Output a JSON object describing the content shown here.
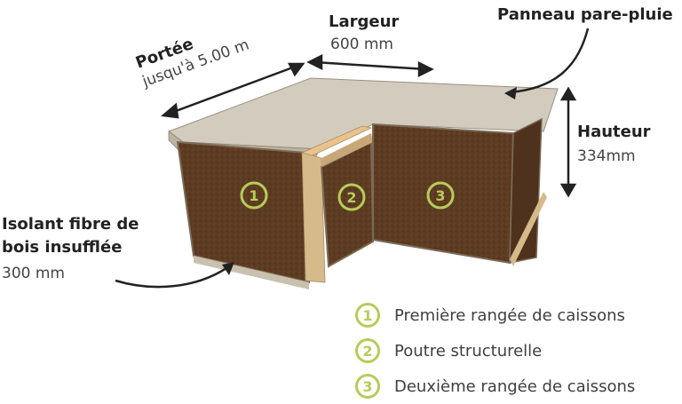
{
  "labels": {
    "portee_title": "Portée",
    "portee_value": "jusqu'à 5.00 m",
    "largeur_title": "Largeur",
    "largeur_value": "600 mm",
    "panneau_title": "Panneau pare-pluie",
    "hauteur_title": "Hauteur",
    "hauteur_value": "334mm",
    "isolant_title_line1": "Isolant fibre de",
    "isolant_title_line2": "bois insufflée",
    "isolant_value": "300 mm"
  },
  "markers": [
    "1",
    "2",
    "3"
  ],
  "legend": [
    {
      "num": "1",
      "text": "Première rangée de caissons"
    },
    {
      "num": "2",
      "text": "Poutre structurelle"
    },
    {
      "num": "3",
      "text": "Deuxième rangée de caissons"
    }
  ],
  "colors": {
    "accent": "#b7cc5a",
    "fiber": "#5a3a22",
    "board": "#cfc6b6",
    "wood": "#d9b887"
  }
}
